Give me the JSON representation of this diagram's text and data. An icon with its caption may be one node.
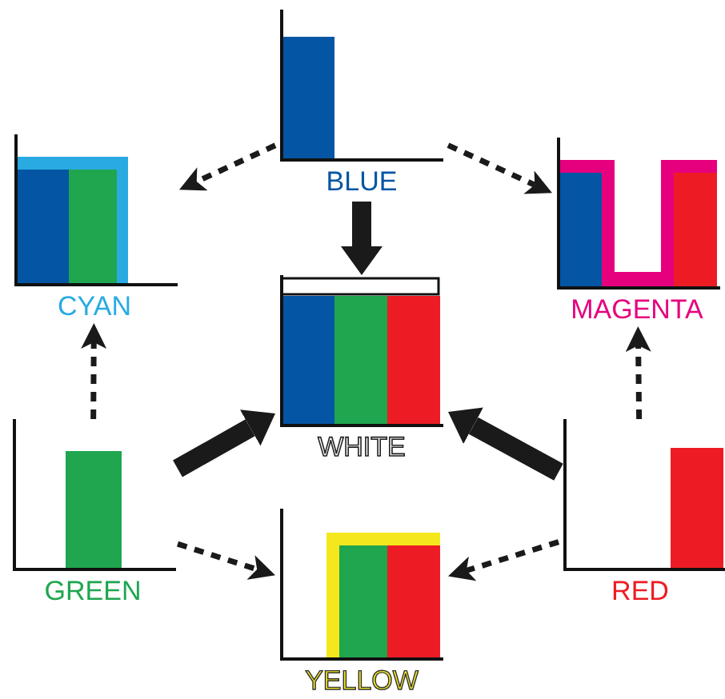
{
  "diagram": {
    "nodes": [
      {
        "text": [
          "BLUE"
        ]
      },
      {
        "text": [
          "CYAN"
        ]
      },
      {
        "text": [
          "MAGENTA"
        ]
      },
      {
        "text": [
          "WHITE"
        ]
      },
      {
        "text": [
          "GREEN"
        ]
      },
      {
        "text": [
          "RED"
        ]
      },
      {
        "text": [
          "YELLOW"
        ]
      }
    ],
    "edges": [
      {
        "from": 0,
        "to": 1,
        "arrow": "to",
        "style": "dashed"
      },
      {
        "from": 0,
        "to": 2,
        "arrow": "to",
        "style": "dashed"
      },
      {
        "from": 0,
        "to": 3,
        "arrow": "to",
        "style": "thick"
      },
      {
        "from": 4,
        "to": 1,
        "arrow": "to",
        "style": "dashed"
      },
      {
        "from": 5,
        "to": 2,
        "arrow": "to",
        "style": "dashed"
      },
      {
        "from": 4,
        "to": 3,
        "arrow": "to",
        "style": "thick"
      },
      {
        "from": 5,
        "to": 3,
        "arrow": "to",
        "style": "thick"
      },
      {
        "from": 4,
        "to": 6,
        "arrow": "to",
        "style": "dashed"
      },
      {
        "from": 5,
        "to": 6,
        "arrow": "to",
        "style": "dashed"
      }
    ]
  }
}
